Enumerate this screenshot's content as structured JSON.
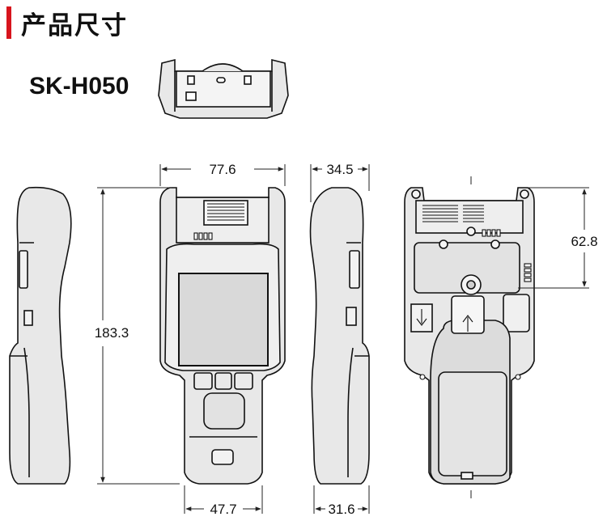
{
  "header": {
    "title": "产品尺寸",
    "accent_color": "#d7141d"
  },
  "model": {
    "name": "SK-H050"
  },
  "dimensions": {
    "front_width_top": "77.6",
    "front_width_bottom": "47.7",
    "total_height": "183.3",
    "side_depth_top": "34.5",
    "side_depth_bottom": "31.6",
    "back_upper_height": "62.8"
  },
  "colors": {
    "body_fill": "#e8e8e8",
    "outline": "#111111",
    "dim_line": "#222222"
  }
}
